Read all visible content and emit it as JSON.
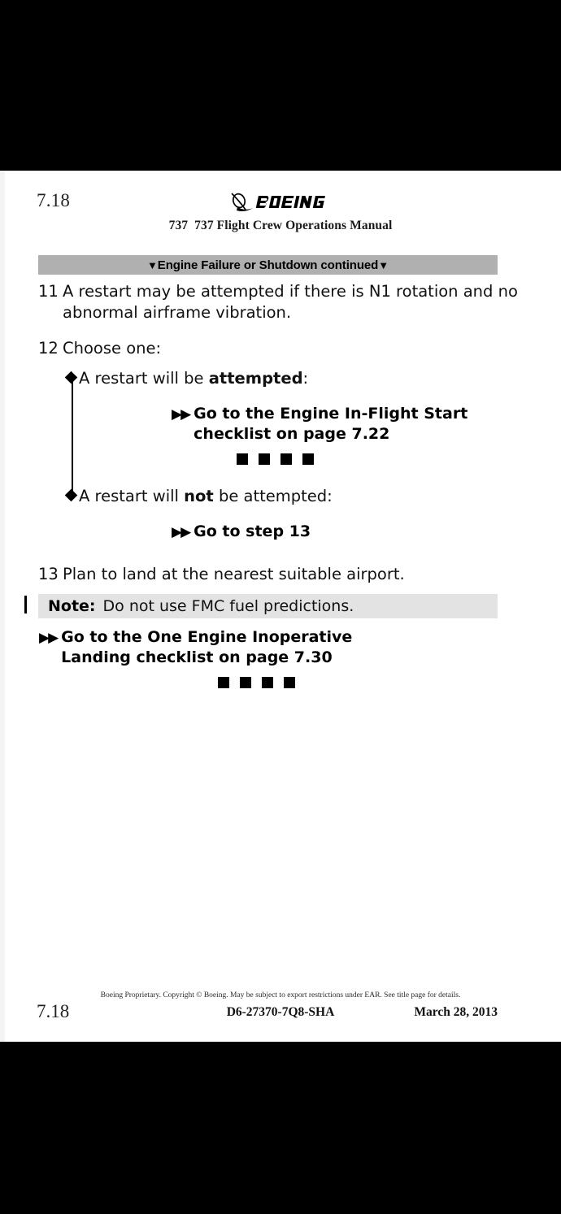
{
  "document": {
    "title": "737 Flight Crew Operations Manual",
    "brand": "BOEING",
    "model": "737",
    "page_number": "7.18",
    "doc_number": "D6-27370-7Q8-SHA",
    "revision_date": "March 28, 2013",
    "legal_notice": "Boeing Proprietary. Copyright © Boeing. May be subject to export restrictions under EAR. See title page for details."
  },
  "colors": {
    "section_bar": "#b0b0b0",
    "note_box": "#e3e3e3",
    "letterbox": "#000000",
    "page": "#ffffff",
    "text": "#111111"
  },
  "section_bar": {
    "caret_left": "▼",
    "caret_right": "▼",
    "label": "Engine Failure or Shutdown continued"
  },
  "steps": [
    {
      "number": "11",
      "text": "A restart may be attempted if there is N1 rotation and no abnormal airframe vibration."
    },
    {
      "number": "12",
      "text": "Choose one:"
    },
    {
      "number": "13",
      "text": "Plan to land at the nearest suitable airport."
    }
  ],
  "choices": [
    {
      "bullet": "◆",
      "text_before": "A restart will be ",
      "emphasis": "attempted",
      "text_after": ":",
      "directive": {
        "arrows": "▶▶",
        "label": "Go to the Engine In-Flight Start checklist on page 7.22"
      },
      "end_of_procedure": true
    },
    {
      "bullet": "◆",
      "text_before": "A restart will ",
      "emphasis": "not",
      "text_after": " be attempted:",
      "directive": {
        "arrows": "▶▶",
        "label": "Go to step 13"
      },
      "end_of_procedure": false
    }
  ],
  "note": {
    "label": "Note:",
    "text": "Do not use FMC fuel predictions."
  },
  "final_directive": {
    "arrows": "▶▶",
    "label": "Go to the One Engine Inoperative Landing checklist on page 7.30"
  },
  "end_marks": {
    "square": "■",
    "count": 4
  }
}
